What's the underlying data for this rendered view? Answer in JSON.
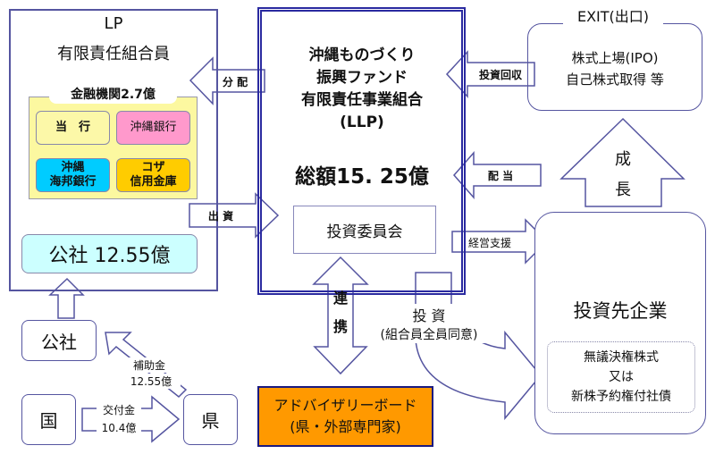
{
  "lp": {
    "title": "LP",
    "subtitle": "有限責任組合員"
  },
  "financial": {
    "label": "金融機関2.7億",
    "banks": [
      {
        "name": "当　行",
        "color": "#fcf8a8"
      },
      {
        "name": "沖縄銀行",
        "color": "#ff99cc"
      },
      {
        "name": "沖縄\n海邦銀行",
        "color": "#00ccff"
      },
      {
        "name": "コザ\n信用金庫",
        "color": "#ffcc00"
      }
    ]
  },
  "kosha_investment": "公社 12.55億",
  "fund": {
    "lines": [
      "沖縄ものづくり",
      "振興ファンド",
      "有限責任事業組合",
      "(LLP)"
    ],
    "total": "総額15. 25億",
    "committee": "投資委員会"
  },
  "arrows": {
    "distribution": "分 配",
    "contribution": "出 資",
    "recovery": "投資回収",
    "dividend": "配 当",
    "support": "経営支援",
    "growth_1": "成",
    "growth_2": "長",
    "cooperation_1": "連",
    "cooperation_2": "携",
    "investment": "投 資",
    "investment_note": "(組合員全員同意)",
    "grant_label": "交付金",
    "grant_amount": "10.4億",
    "subsidy_label": "補助金",
    "subsidy_amount": "12.55億"
  },
  "exit": {
    "label": "EXIT(出口)",
    "line1": "株式上場(IPO)",
    "line2": "自己株式取得 等"
  },
  "investee": {
    "title": "投資先企業",
    "instruments": [
      "無議決権株式",
      "又は",
      "新株予約権付社債"
    ]
  },
  "advisory": {
    "line1": "アドバイザリーボード",
    "line2": "(県・外部専門家)"
  },
  "entities": {
    "kosha": "公社",
    "country": "国",
    "prefecture": "県"
  },
  "colors": {
    "border": "#5555a0",
    "fund_border": "#2a2aa0",
    "advisory": "#ff9900",
    "kosha_box": "#ccffff",
    "financial_bg": "#fcf8a0"
  }
}
